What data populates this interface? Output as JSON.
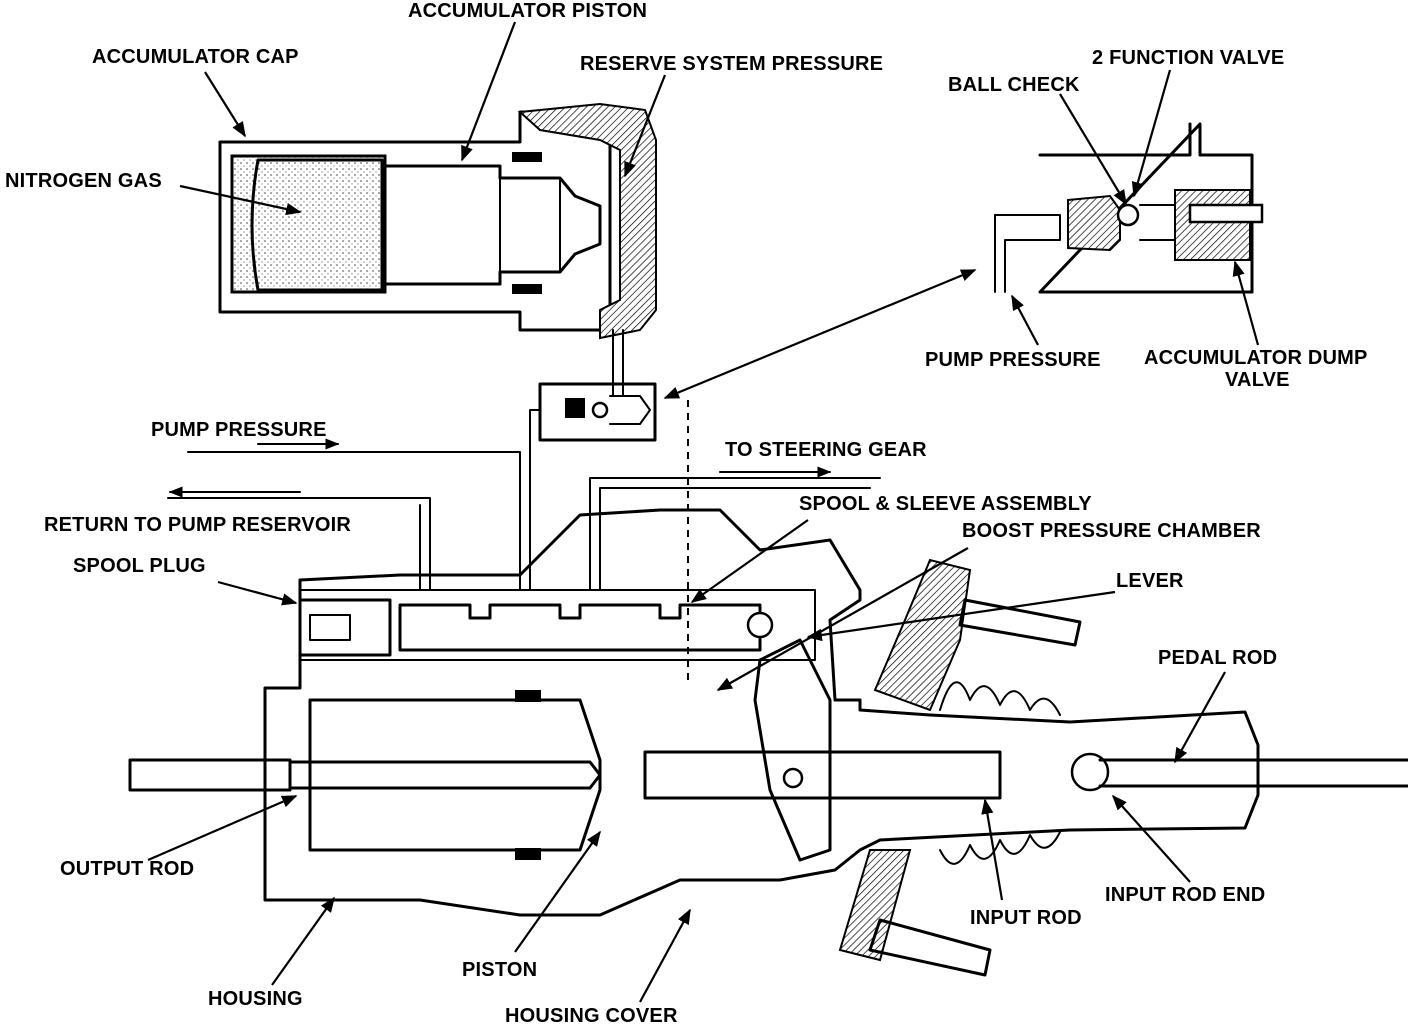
{
  "figure": {
    "labels": {
      "accumulator_piston": "ACCUMULATOR PISTON",
      "accumulator_cap": "ACCUMULATOR CAP",
      "reserve_system_pressure": "RESERVE SYSTEM PRESSURE",
      "two_function_valve": "2 FUNCTION VALVE",
      "ball_check": "BALL CHECK",
      "nitrogen_gas": "NITROGEN GAS",
      "pump_pressure_inset": "PUMP PRESSURE",
      "accumulator_dump_valve_line1": "ACCUMULATOR DUMP",
      "accumulator_dump_valve_line2": "VALVE",
      "pump_pressure_main": "PUMP PRESSURE",
      "to_steering_gear": "TO STEERING GEAR",
      "return_to_pump_reservoir": "RETURN TO PUMP RESERVOIR",
      "spool_sleeve_assembly": "SPOOL & SLEEVE ASSEMBLY",
      "boost_pressure_chamber": "BOOST PRESSURE CHAMBER",
      "spool_plug": "SPOOL PLUG",
      "lever": "LEVER",
      "pedal_rod": "PEDAL ROD",
      "output_rod": "OUTPUT ROD",
      "input_rod_end": "INPUT ROD END",
      "input_rod": "INPUT ROD",
      "piston": "PISTON",
      "housing": "HOUSING",
      "housing_cover": "HOUSING COVER"
    }
  }
}
